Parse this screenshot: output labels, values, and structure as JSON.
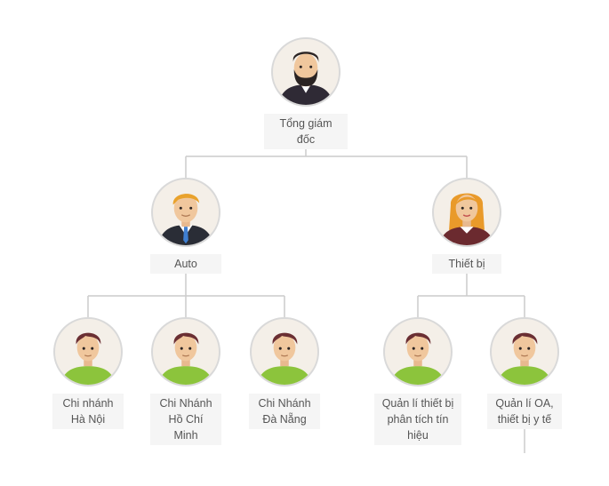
{
  "org_chart": {
    "root": {
      "label": "Tổng giám đốc",
      "avatar_icon": "bearded-man-icon"
    },
    "managers": [
      {
        "label": "Auto",
        "avatar_icon": "blond-man-tie-icon"
      },
      {
        "label": "Thiết bị",
        "avatar_icon": "woman-icon"
      }
    ],
    "staff": [
      {
        "label": "Chi nhánh\nHà Nội",
        "avatar_icon": "young-man-icon"
      },
      {
        "label": "Chi Nhánh\nHồ Chí Minh",
        "avatar_icon": "young-man-icon"
      },
      {
        "label": "Chi Nhánh\nĐà Nẵng",
        "avatar_icon": "young-man-icon"
      },
      {
        "label": "Quản lí thiết bị\nphân tích tín\nhiệu",
        "avatar_icon": "young-man-icon"
      },
      {
        "label": "Quản lí OA,\nthiết bị y tế",
        "avatar_icon": "young-man-icon"
      }
    ],
    "colors": {
      "connector": "#cccccc",
      "label_bg": "#f5f5f5",
      "label_text": "#555555",
      "avatar_bg": "#f4efe8",
      "avatar_border": "#d9d9d9"
    }
  }
}
